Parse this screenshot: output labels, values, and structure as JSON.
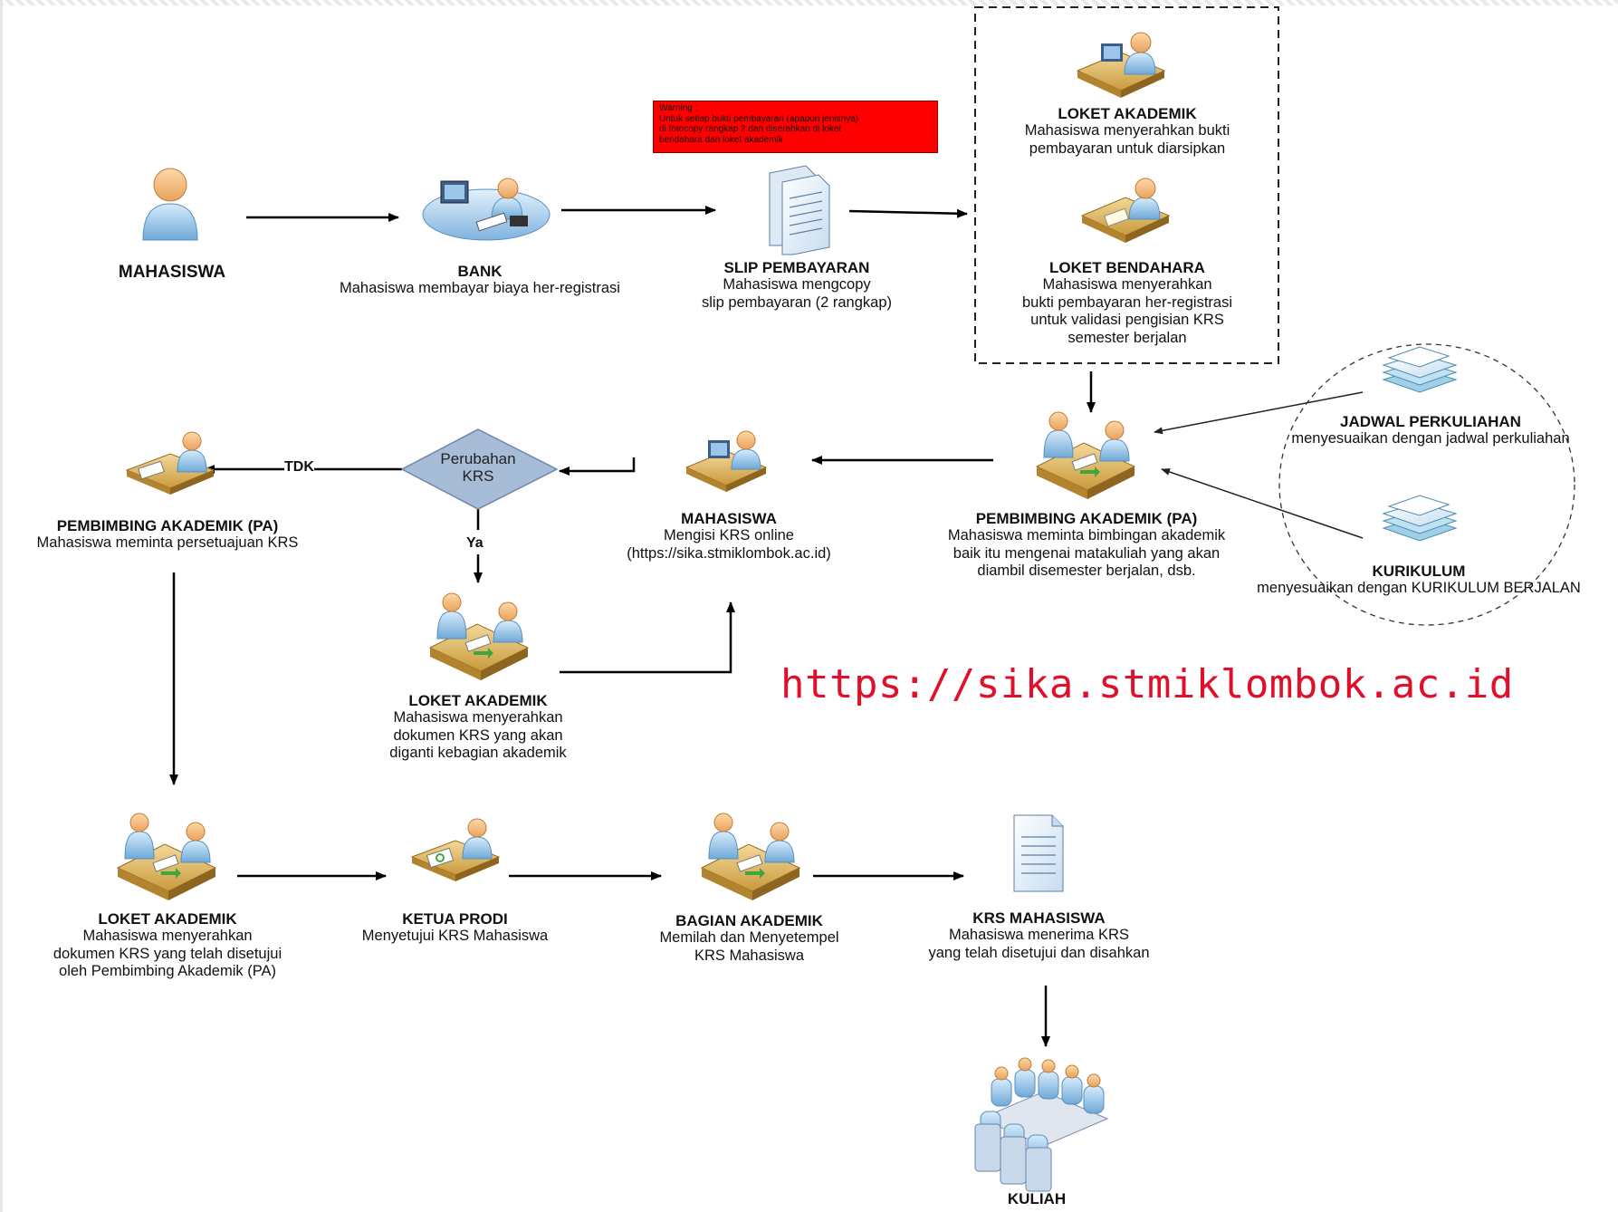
{
  "warning": {
    "text": "Warning :\nUntuk setiap bukti pembayaran (apapun jenisnya)\ndi fotocopy rangkap 2 dan diserahkan di loket\nbendahara dan loket akademik"
  },
  "url_caption": "https://sika.stmiklombok.ac.id",
  "decision": {
    "text": "Perubahan\nKRS",
    "no_label": "TDK",
    "yes_label": "Ya"
  },
  "nodes": {
    "mahasiswa": {
      "title": "MAHASISWA",
      "desc": ""
    },
    "bank": {
      "title": "BANK",
      "desc": "Mahasiswa membayar biaya her-registrasi"
    },
    "slip": {
      "title": "SLIP PEMBAYARAN",
      "desc": "Mahasiswa mengcopy\nslip pembayaran (2 rangkap)"
    },
    "loket_akademik_top": {
      "title": "LOKET AKADEMIK",
      "desc": "Mahasiswa menyerahkan bukti\npembayaran untuk diarsipkan"
    },
    "loket_bendahara": {
      "title": "LOKET BENDAHARA",
      "desc": "Mahasiswa menyerahkan\nbukti pembayaran her-registrasi\nuntuk validasi pengisian KRS\nsemester berjalan"
    },
    "jadwal": {
      "title": "JADWAL PERKULIAHAN",
      "desc": "menyesuaikan dengan jadwal perkuliahan"
    },
    "kurikulum": {
      "title": "KURIKULUM",
      "desc": "menyesuaikan dengan KURIKULUM BERJALAN"
    },
    "pa_right": {
      "title": "PEMBIMBING AKADEMIK (PA)",
      "desc": "Mahasiswa meminta bimbingan akademik\nbaik itu mengenai matakuliah yang akan\ndiambil disemester berjalan, dsb."
    },
    "mahasiswa_krs": {
      "title": "MAHASISWA",
      "desc": "Mengisi KRS online\n(https://sika.stmiklombok.ac.id)"
    },
    "pa_left": {
      "title": "PEMBIMBING AKADEMIK (PA)",
      "desc": "Mahasiswa meminta persetuajuan KRS"
    },
    "loket_akademik_mid": {
      "title": "LOKET AKADEMIK",
      "desc": "Mahasiswa menyerahkan\ndokumen KRS yang akan\ndiganti kebagian akademik"
    },
    "loket_akademik_bottom": {
      "title": "LOKET AKADEMIK",
      "desc": "Mahasiswa menyerahkan\ndokumen KRS yang telah disetujui\noleh Pembimbing Akademik (PA)"
    },
    "ketua_prodi": {
      "title": "KETUA PRODI",
      "desc": "Menyetujui KRS Mahasiswa"
    },
    "bagian_akademik": {
      "title": "BAGIAN AKADEMIK",
      "desc": "Memilah dan Menyetempel\nKRS Mahasiswa"
    },
    "krs_mahasiswa": {
      "title": "KRS MAHASISWA",
      "desc": "Mahasiswa menerima KRS\nyang telah disetujui dan disahkan"
    },
    "kuliah": {
      "title": "KULIAH",
      "desc": ""
    }
  }
}
